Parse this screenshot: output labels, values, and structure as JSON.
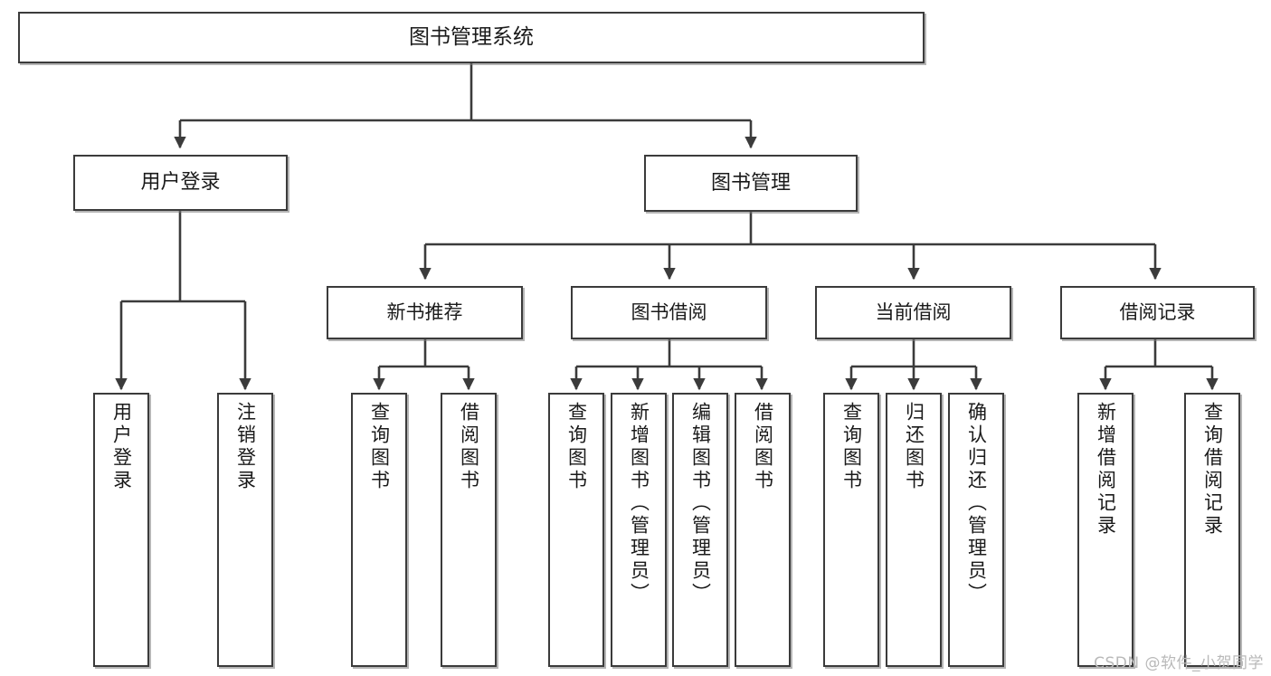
{
  "diagram": {
    "title": "图书管理系统",
    "type": "tree-hierarchy-diagram",
    "watermark": "CSDN @软件_小贺同学",
    "colors": {
      "background": "#ffffff",
      "box_border": "#3b3b3b",
      "box_fill": "#ffffff",
      "connector": "#3b3b3b",
      "watermark": "#b9b9b9"
    }
  },
  "nodes": {
    "root": {
      "label": "图书管理系统"
    },
    "level2": [
      {
        "label": "用户登录"
      },
      {
        "label": "图书管理"
      }
    ],
    "level3": [
      {
        "label": "新书推荐"
      },
      {
        "label": "图书借阅"
      },
      {
        "label": "当前借阅"
      },
      {
        "label": "借阅记录"
      }
    ],
    "leaves": {
      "user_login": [
        {
          "label": "用户登录"
        },
        {
          "label": "注销登录"
        }
      ],
      "new_book": [
        {
          "label": "查询图书"
        },
        {
          "label": "借阅图书"
        }
      ],
      "book_borrow": [
        {
          "label": "查询图书"
        },
        {
          "label": "新增图书（管理员）"
        },
        {
          "label": "编辑图书（管理员）"
        },
        {
          "label": "借阅图书"
        }
      ],
      "current_borrow": [
        {
          "label": "查询图书"
        },
        {
          "label": "归还图书"
        },
        {
          "label": "确认归还（管理员）"
        }
      ],
      "borrow_record": [
        {
          "label": "新增借阅记录"
        },
        {
          "label": "查询借阅记录"
        }
      ]
    }
  }
}
